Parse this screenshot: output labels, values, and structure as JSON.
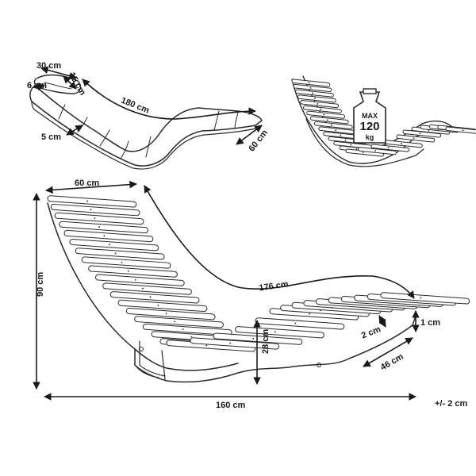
{
  "dimensions": {
    "cushion_width": "30 cm",
    "pillow_thickness": "6 cm",
    "pillow_length": "15 cm",
    "cushion_length": "180 cm",
    "cushion_thickness": "5 cm",
    "cushion_depth": "60 cm",
    "chair_seat_width": "60 cm",
    "chair_height": "90 cm",
    "chair_curve_length": "176 cm",
    "slat_gap": "2 cm",
    "slat_thickness": "1 cm",
    "chair_base_height": "28 cm",
    "chair_depth": "46 cm",
    "chair_length": "160 cm",
    "tolerance": "+/- 2 cm"
  },
  "weight_badge": {
    "line1": "MAX",
    "line2": "120",
    "line3": "kg"
  },
  "colors": {
    "ink": "#2a2a2a",
    "background": "#ffffff"
  }
}
